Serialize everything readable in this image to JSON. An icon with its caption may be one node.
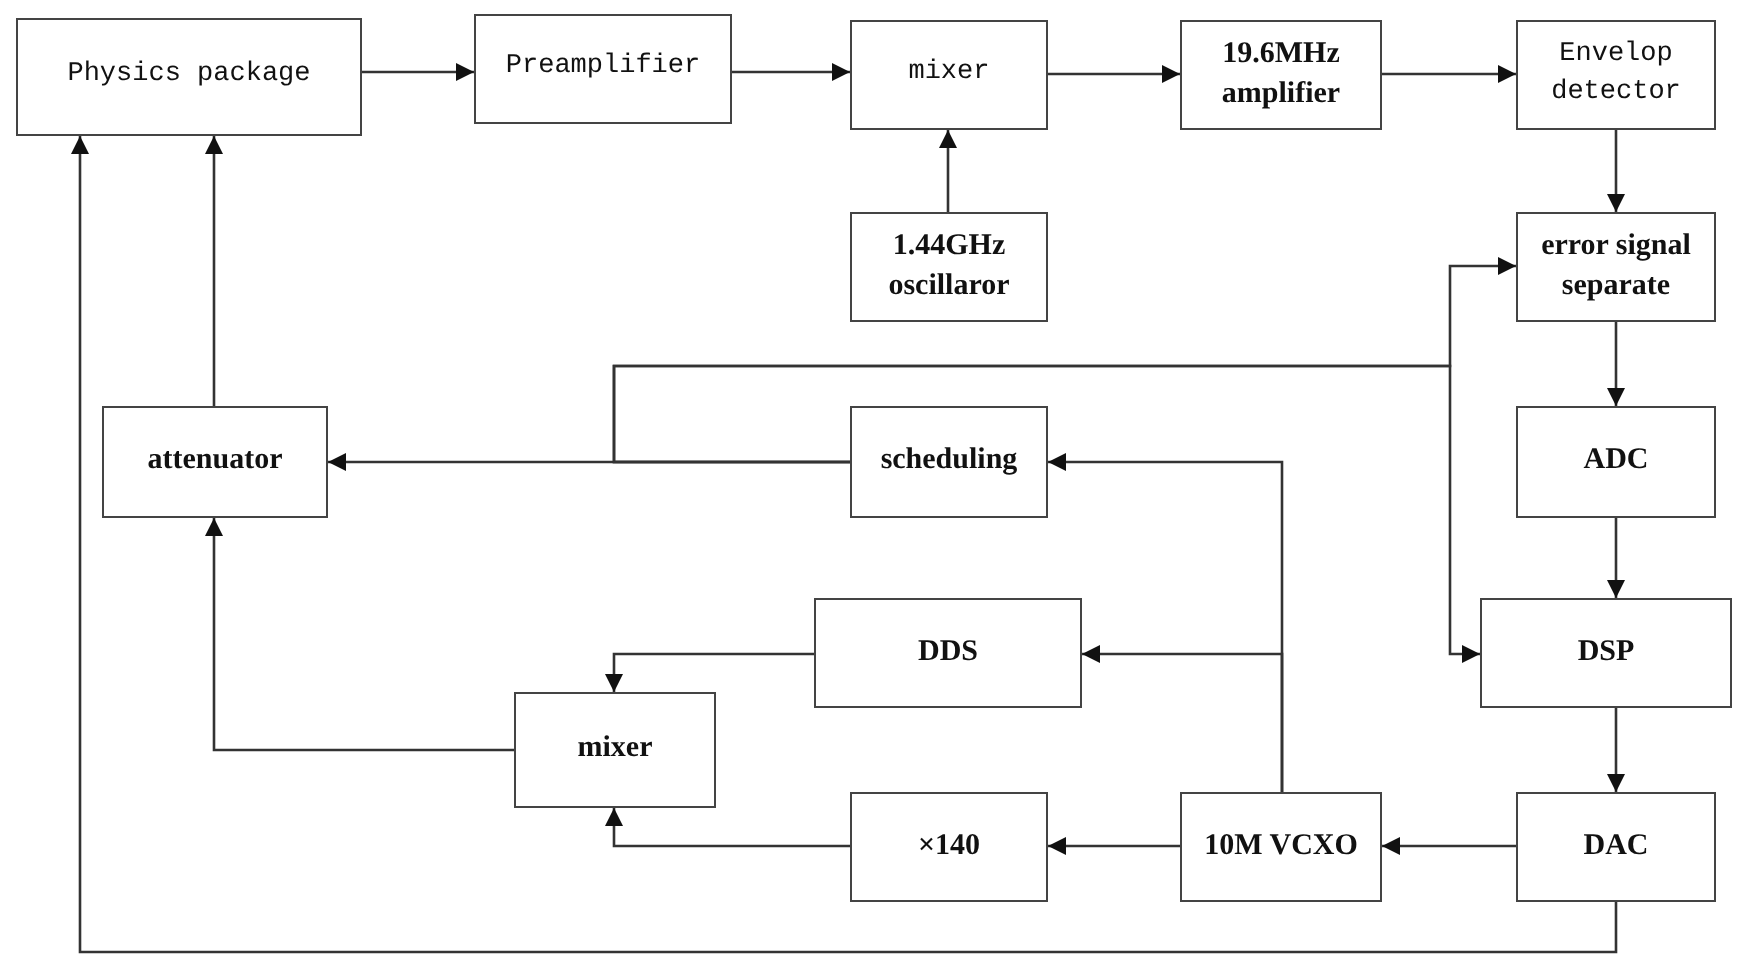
{
  "diagram": {
    "nodes": [
      {
        "text": [
          "Physics package"
        ]
      },
      {
        "text": [
          "Preamplifier"
        ]
      },
      {
        "text": [
          "mixer"
        ]
      },
      {
        "text": [
          "19.6MHz amplifier"
        ]
      },
      {
        "text": [
          "Envelop detector"
        ]
      },
      {
        "text": [
          "1.44GHz oscillaror"
        ]
      },
      {
        "text": [
          "error signal separate"
        ]
      },
      {
        "text": [
          "attenuator"
        ]
      },
      {
        "text": [
          "scheduling"
        ]
      },
      {
        "text": [
          "ADC"
        ]
      },
      {
        "text": [
          "DDS"
        ]
      },
      {
        "text": [
          "DSP"
        ]
      },
      {
        "text": [
          "mixer"
        ]
      },
      {
        "text": [
          "×140"
        ]
      },
      {
        "text": [
          "10M VCXO"
        ]
      },
      {
        "text": [
          "DAC"
        ]
      }
    ],
    "edges": [
      {
        "from": 0,
        "to": 1,
        "arrow": "to"
      },
      {
        "from": 1,
        "to": 2,
        "arrow": "to"
      },
      {
        "from": 2,
        "to": 3,
        "arrow": "to"
      },
      {
        "from": 3,
        "to": 4,
        "arrow": "to"
      },
      {
        "from": 4,
        "to": 6,
        "arrow": "to"
      },
      {
        "from": 5,
        "to": 2,
        "arrow": "to"
      },
      {
        "from": 6,
        "to": 9,
        "arrow": "to"
      },
      {
        "from": 9,
        "to": 11,
        "arrow": "to"
      },
      {
        "from": 11,
        "to": 15,
        "arrow": "to"
      },
      {
        "from": 15,
        "to": 14,
        "arrow": "to"
      },
      {
        "from": 14,
        "to": 13,
        "arrow": "to"
      },
      {
        "from": 14,
        "to": 8,
        "arrow": "to"
      },
      {
        "from": 14,
        "to": 10,
        "arrow": "to"
      },
      {
        "from": 13,
        "to": 12,
        "arrow": "to"
      },
      {
        "from": 10,
        "to": 12,
        "arrow": "to"
      },
      {
        "from": 12,
        "to": 7,
        "arrow": "to"
      },
      {
        "from": 7,
        "to": 0,
        "arrow": "to"
      },
      {
        "from": 8,
        "to": 7,
        "arrow": "to"
      },
      {
        "from": 8,
        "to": 6,
        "arrow": "to"
      },
      {
        "from": 8,
        "to": 11,
        "arrow": "to"
      },
      {
        "from": 15,
        "to": 0,
        "arrow": "to"
      }
    ]
  }
}
